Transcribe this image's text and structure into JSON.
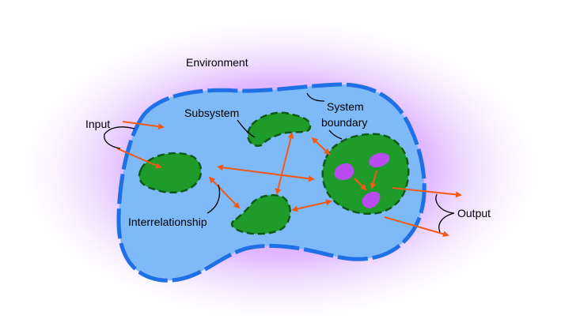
{
  "labels": {
    "environment": "Environment",
    "input": "Input",
    "subsystem": "Subsystem",
    "system_line1": "System",
    "system_line2": "boundary",
    "interrelationship": "Interrelationship",
    "output": "Output"
  },
  "colors": {
    "environment_glow": "#c77dff",
    "system_fill": "#7fbaf8",
    "system_border": "#1f6fe6",
    "subsystem_fill": "#1f9b2a",
    "subsystem_border": "#0d5a14",
    "component_fill": "#b84cf0",
    "arrow": "#f05a16",
    "leader": "#000000"
  }
}
